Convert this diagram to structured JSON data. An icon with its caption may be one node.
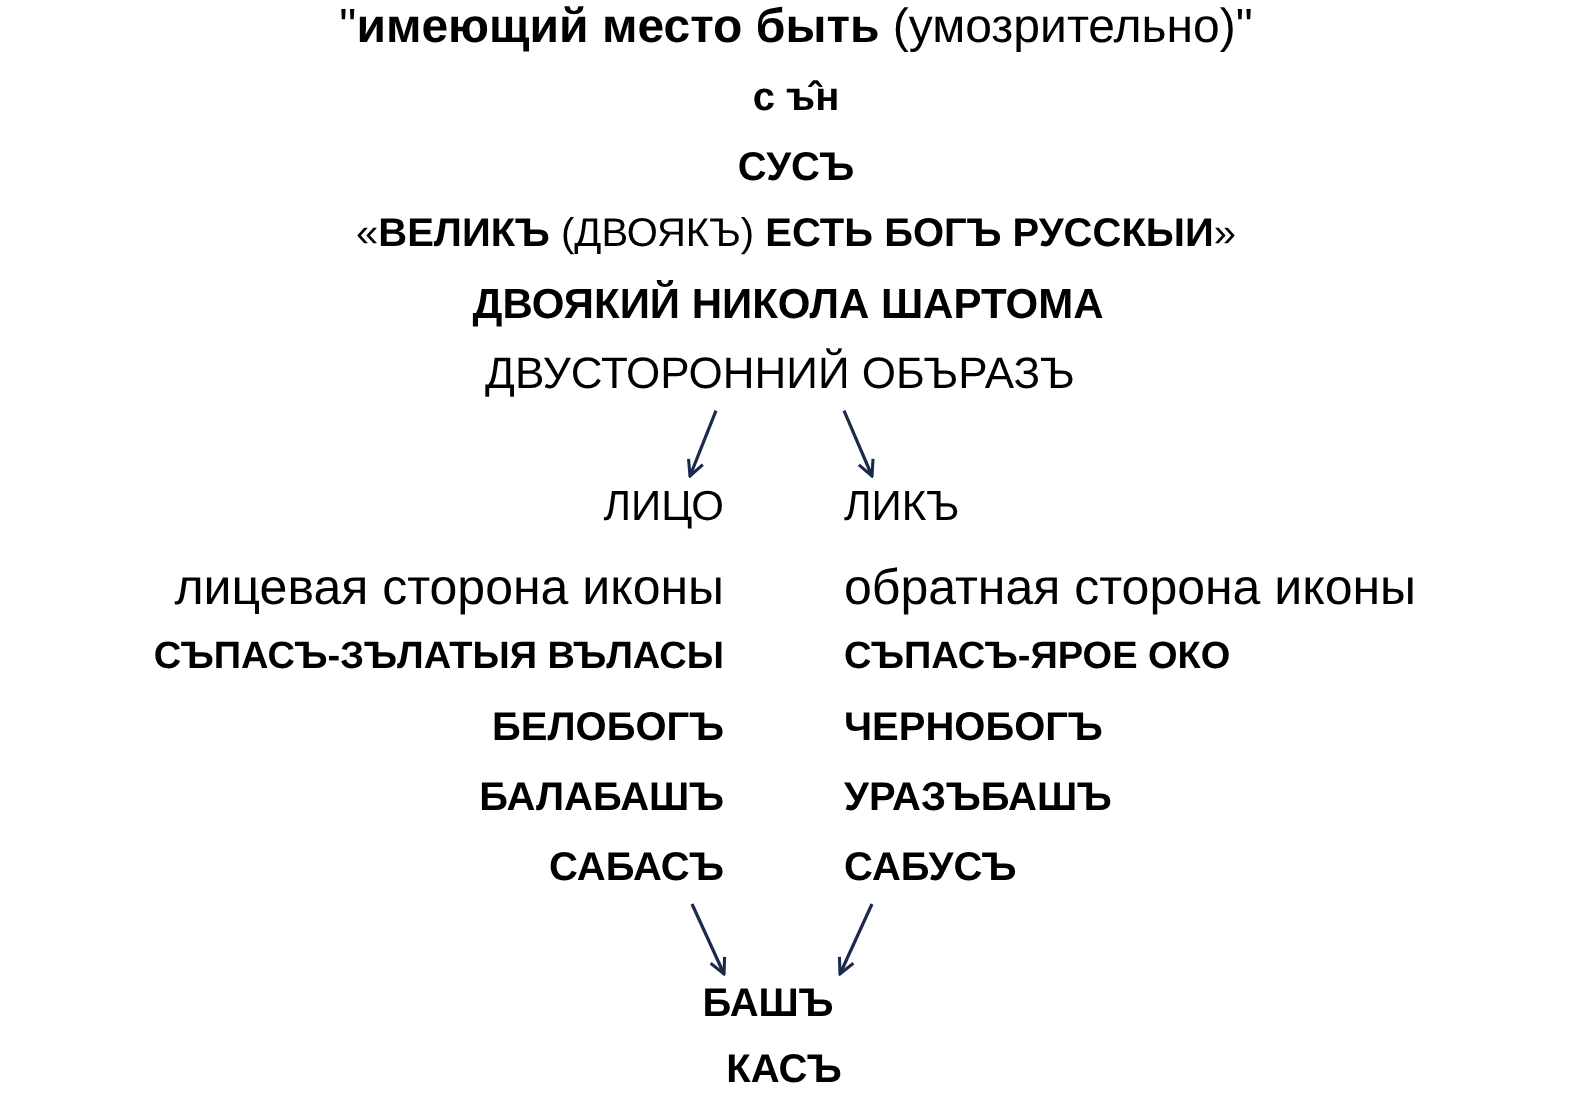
{
  "diagram": {
    "nodes": [
      {
        "text": [
          "ДВУСТОРОННИЙ ОБЪРАЗЪ"
        ]
      },
      {
        "text": [
          "ЛИЦО"
        ]
      },
      {
        "text": [
          "ЛИКЪ"
        ]
      },
      {
        "text": [
          "САБАСЪ"
        ]
      },
      {
        "text": [
          "САБУСЪ"
        ]
      },
      {
        "text": [
          "БАШЪ"
        ]
      }
    ],
    "edges": [
      {
        "from": 0,
        "to": 1,
        "arrow": "to"
      },
      {
        "from": 0,
        "to": 2,
        "arrow": "to"
      },
      {
        "from": 3,
        "to": 5,
        "arrow": "to"
      },
      {
        "from": 4,
        "to": 5,
        "arrow": "to"
      }
    ],
    "labels": [
      "\"**имеющий место быть** (умозрительно)\"",
      "с ъ̂н",
      "СУСЪ",
      "«**ВЕЛИКЪ** (ДВОЯКЪ) **ЕСТЬ БОГЪ РУССКЫИ**»",
      "ДВОЯКИЙ НИКОЛА ШАРТОМА",
      "лицевая сторона иконы",
      "обратная сторона иконы",
      "СЪПАСЪ-ЗЪЛАТЫЯ ВЪЛАСЫ",
      "СЪПАСЪ-ЯРОЕ ОКО",
      "БЕЛОБОГЪ",
      "ЧЕРНОБОГЪ",
      "БАЛАБАШЪ",
      "УРАЗЪБАШЪ",
      "КАСЪ"
    ]
  }
}
